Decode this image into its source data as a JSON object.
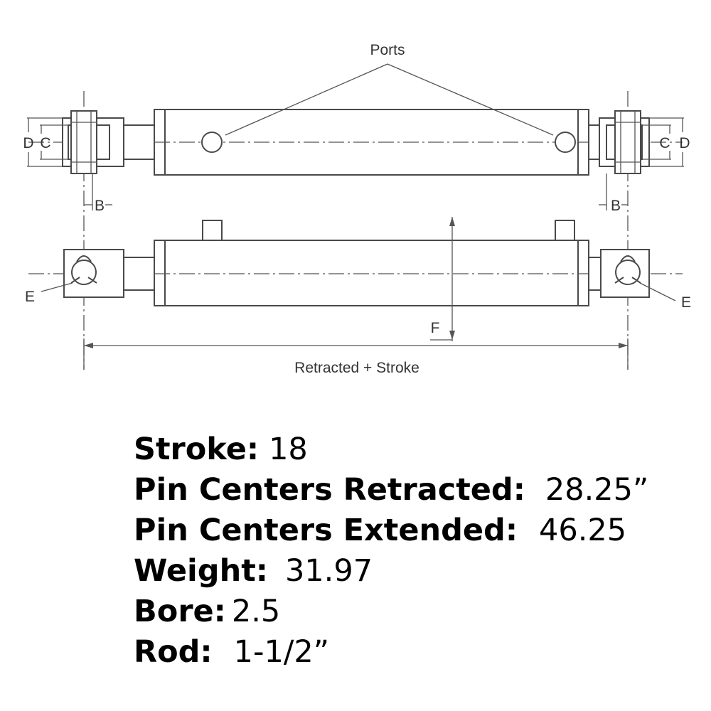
{
  "diagram": {
    "labels": {
      "ports": "Ports",
      "b_left": "B",
      "b_right": "B",
      "c_left": "C",
      "c_right": "C",
      "d_left": "D",
      "d_right": "D",
      "e_left": "E",
      "e_right": "E",
      "f": "F",
      "length": "Retracted + Stroke"
    }
  },
  "specs": [
    {
      "label": "Stroke:",
      "value": "18"
    },
    {
      "label": "Pin Centers Retracted:",
      "value": "28.25”"
    },
    {
      "label": "Pin Centers Extended:",
      "value": "46.25"
    },
    {
      "label": "Weight:",
      "value": "31.97"
    },
    {
      "label": "Bore:",
      "value": "2.5"
    },
    {
      "label": "Rod:",
      "value": "1-1/2”"
    }
  ]
}
